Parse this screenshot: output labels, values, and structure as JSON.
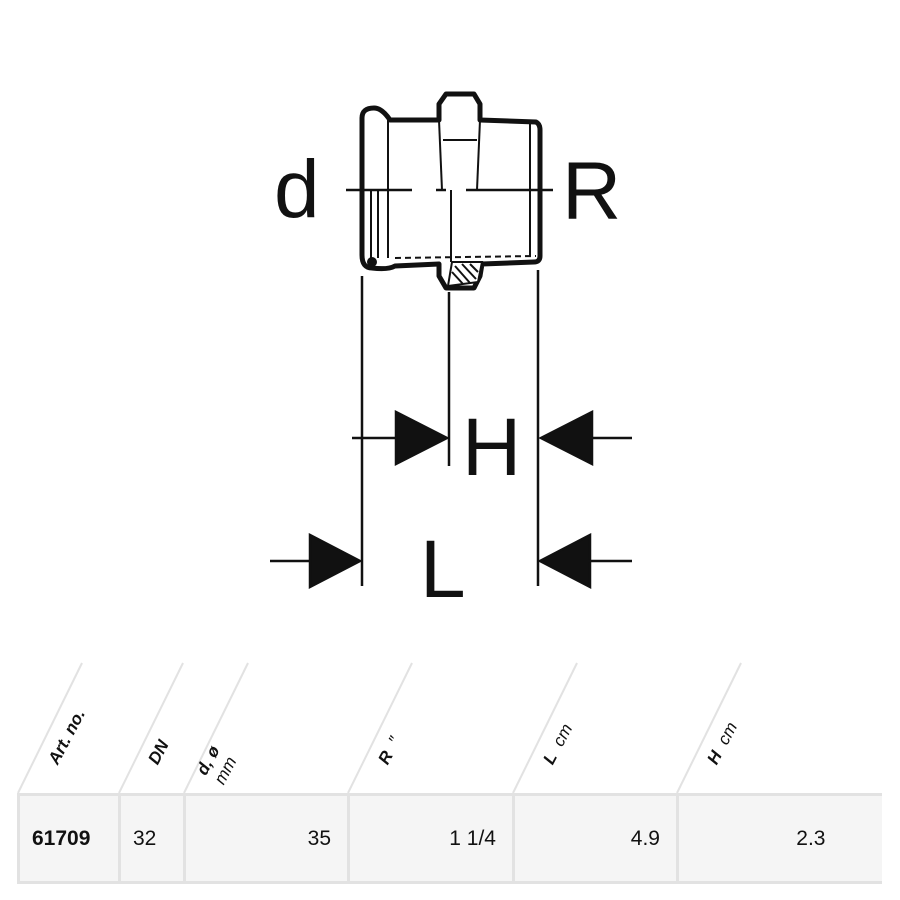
{
  "drawing": {
    "labels": {
      "d": "d",
      "R": "R",
      "H": "H",
      "L": "L"
    }
  },
  "table": {
    "headers": [
      {
        "label": "Art. no.",
        "unit": ""
      },
      {
        "label": "DN",
        "unit": ""
      },
      {
        "label": "d, ø",
        "unit": "mm"
      },
      {
        "label": "R",
        "unit": "″"
      },
      {
        "label": "L",
        "unit": "cm"
      },
      {
        "label": "H",
        "unit": "cm"
      }
    ],
    "rows": [
      {
        "art_no": "61709",
        "dn": "32",
        "d": "35",
        "r": "1 1/4",
        "l": "4.9",
        "h": "2.3"
      }
    ]
  }
}
